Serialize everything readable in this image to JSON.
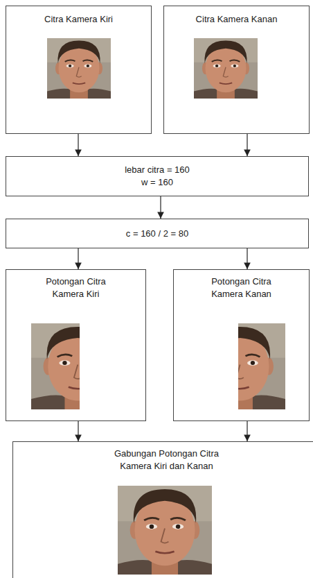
{
  "diagram": {
    "nodes": [
      {
        "text": [
          "Citra Kamera Kiri"
        ]
      },
      {
        "text": [
          "Citra Kamera Kanan"
        ]
      },
      {
        "text": [
          "lebar citra = 160",
          "w = 160"
        ]
      },
      {
        "text": [
          "c = 160 / 2 = 80"
        ]
      },
      {
        "text": [
          "Potongan Citra Kamera Kiri"
        ]
      },
      {
        "text": [
          "Potongan Citra Kamera Kanan"
        ]
      },
      {
        "text": [
          "Gabungan Potongan Citra Kamera Kiri dan Kanan"
        ]
      }
    ],
    "edges": [
      {
        "from": 0,
        "to": 2,
        "arrow": "to"
      },
      {
        "from": 1,
        "to": 2,
        "arrow": "to"
      },
      {
        "from": 2,
        "to": 3,
        "arrow": "to"
      },
      {
        "from": 3,
        "to": 4,
        "arrow": "to"
      },
      {
        "from": 3,
        "to": 5,
        "arrow": "to"
      },
      {
        "from": 4,
        "to": 6,
        "arrow": "to"
      },
      {
        "from": 5,
        "to": 6,
        "arrow": "to"
      }
    ]
  }
}
